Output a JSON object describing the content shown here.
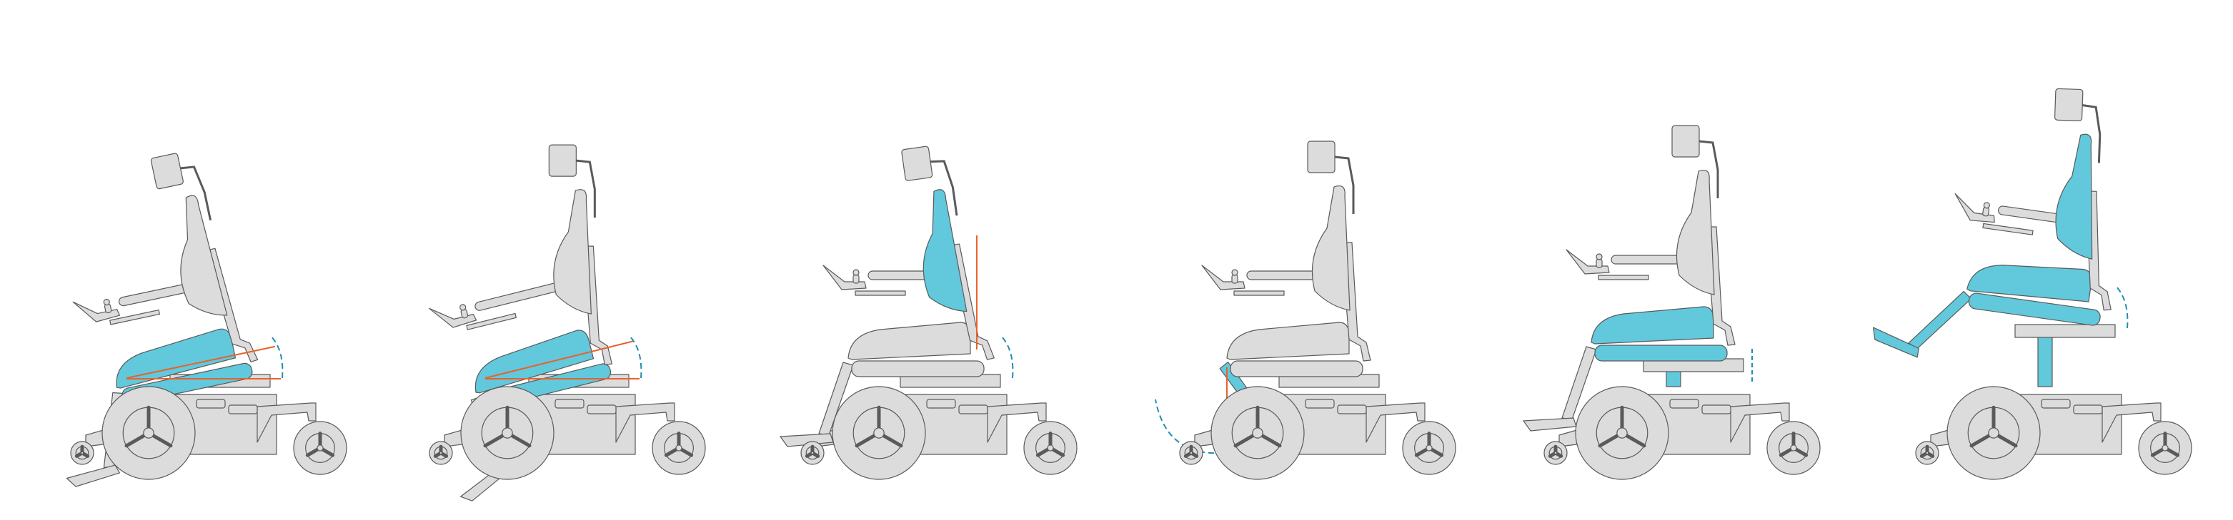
{
  "colors": {
    "background": "#ffffff",
    "frame_fill": "#dcdcdc",
    "outline": "#5a5a5a",
    "highlight": "#62c8dc",
    "reference_line": "#e8622a",
    "motion_arrow": "#1f8fae"
  },
  "illustrations": [
    {
      "id": "seat-tilt",
      "highlight": [
        "seat"
      ],
      "tilt": 12,
      "recline": 0,
      "leg": 0,
      "lift": 0,
      "arrow": true
    },
    {
      "id": "tilt-recline",
      "highlight": [
        "seat"
      ],
      "tilt": 14,
      "recline": 14,
      "leg": -20,
      "lift": 0,
      "arrow": true
    },
    {
      "id": "backrest-recline",
      "highlight": [
        "backrest"
      ],
      "tilt": 0,
      "recline": -8,
      "leg": 0,
      "lift": 0,
      "arrow": true
    },
    {
      "id": "legrest-elevation",
      "highlight": [
        "legrest"
      ],
      "tilt": 0,
      "recline": 0,
      "leg": -55,
      "lift": 0,
      "arrow": true
    },
    {
      "id": "seat-lift",
      "highlight": [
        "seat"
      ],
      "tilt": 0,
      "recline": 0,
      "leg": 0,
      "lift": 22,
      "arrow": true
    },
    {
      "id": "standing",
      "highlight": [
        "seat",
        "backrest",
        "legrest"
      ],
      "tilt": -8,
      "recline": -6,
      "leg": 20,
      "lift": 70,
      "arrow": true
    }
  ]
}
